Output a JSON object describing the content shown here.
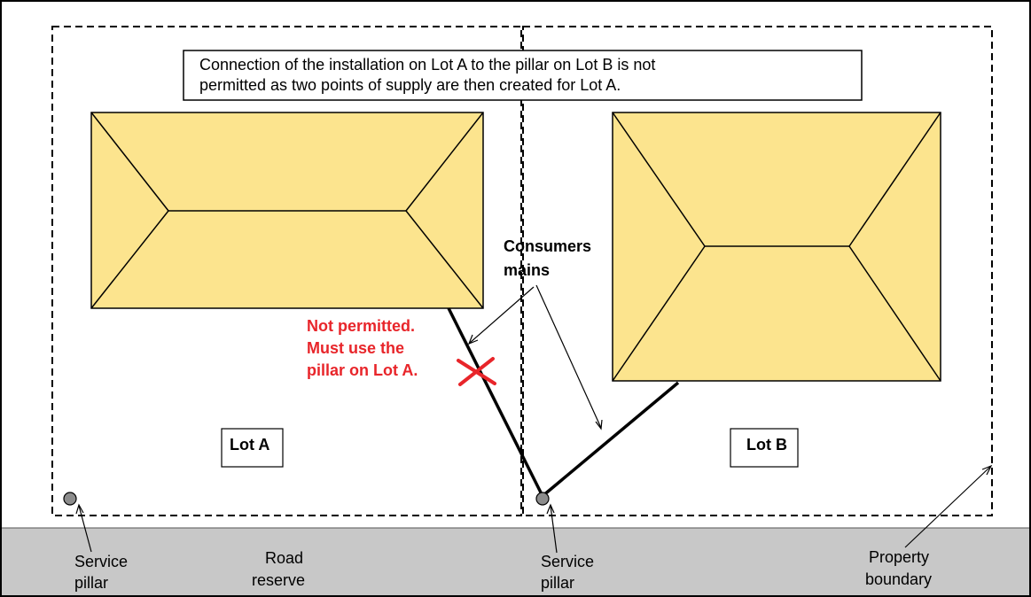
{
  "note": {
    "line1": "Connection of the installation on Lot A to the pillar on Lot B is not",
    "line2": "permitted as two points of supply are then created for Lot A."
  },
  "lots": {
    "a": "Lot A",
    "b": "Lot B"
  },
  "callouts": {
    "consumers_mains_line1": "Consumers",
    "consumers_mains_line2": "mains",
    "not_permitted_line1": "Not permitted.",
    "not_permitted_line2": "Must use the",
    "not_permitted_line3": "pillar on Lot A."
  },
  "ground_labels": {
    "service_pillar_left_line1": "Service",
    "service_pillar_left_line2": "pillar",
    "road_reserve_line1": "Road",
    "road_reserve_line2": "reserve",
    "service_pillar_mid_line1": "Service",
    "service_pillar_mid_line2": "pillar",
    "property_boundary_line1": "Property",
    "property_boundary_line2": "boundary"
  },
  "colors": {
    "roof_fill": "#fce48e",
    "road_fill": "#c8c8c8",
    "warning_red": "#e8252a",
    "pillar_fill": "#8c8c8c"
  }
}
